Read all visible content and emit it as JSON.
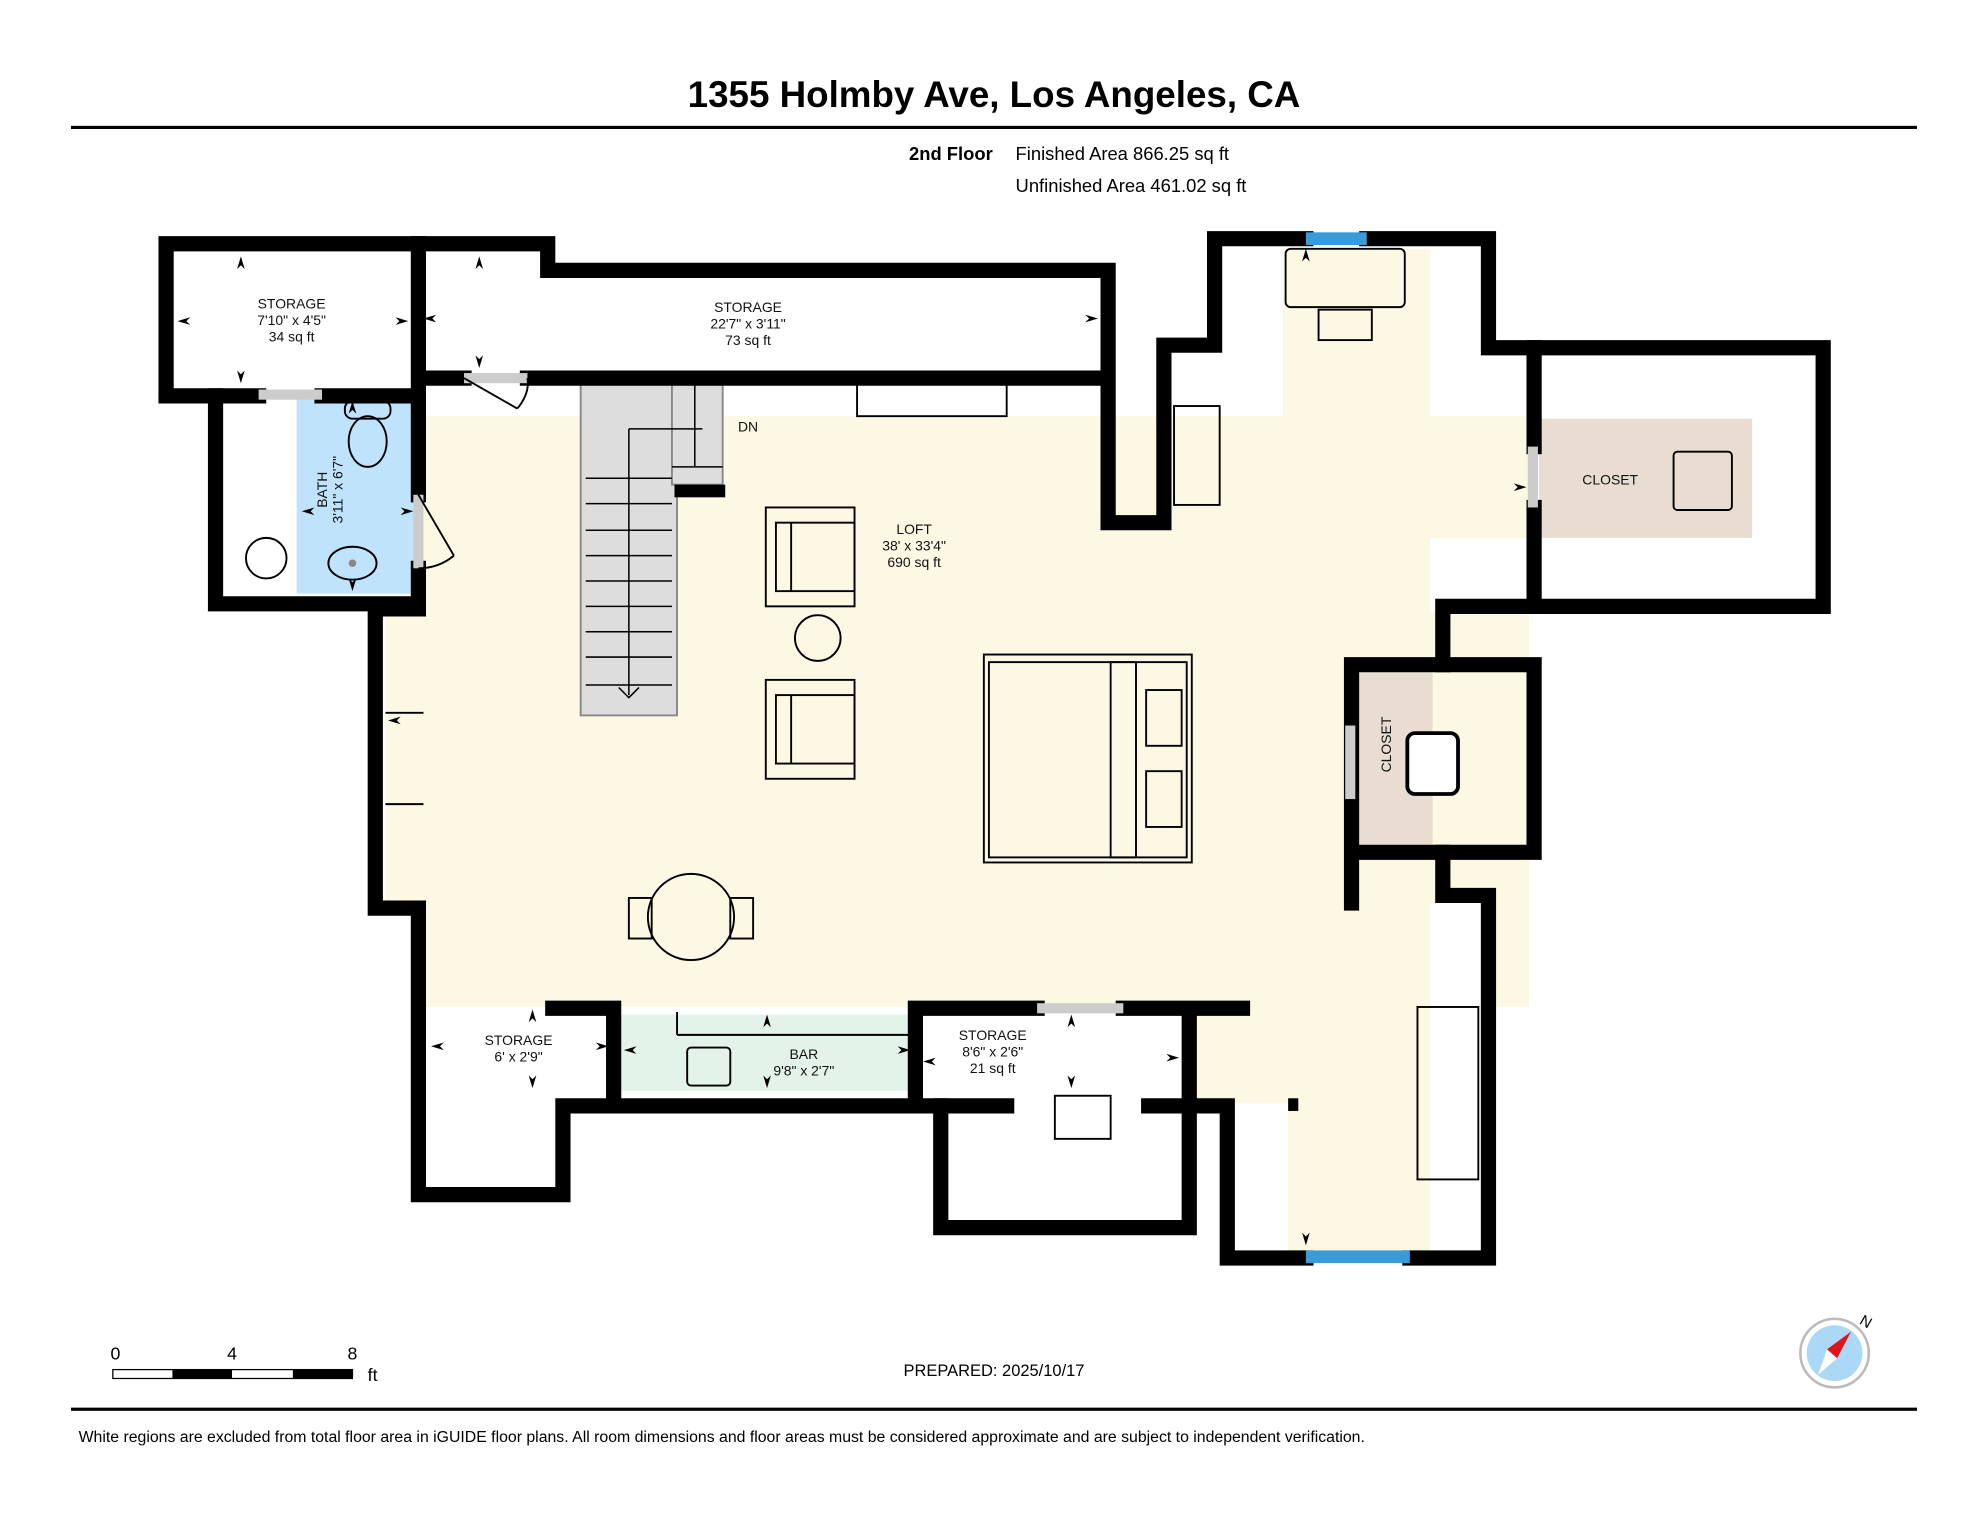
{
  "title": "1355 Holmby Ave, Los Angeles, CA",
  "floor": {
    "name": "2nd Floor",
    "finished_area": "Finished Area 866.25 sq ft",
    "unfinished_area": "Unfinished Area 461.02 sq ft"
  },
  "rooms": {
    "storage_nw": {
      "name": "STORAGE",
      "dims": "7'10\" x 4'5\"",
      "area": "34 sq ft"
    },
    "storage_n": {
      "name": "STORAGE",
      "dims": "22'7\" x 3'11\"",
      "area": "73 sq ft"
    },
    "bath": {
      "name": "BATH",
      "dims": "3'11\" x 6'7\""
    },
    "loft": {
      "name": "LOFT",
      "dims": "38' x 33'4\"",
      "area": "690 sq ft"
    },
    "stairs": {
      "label": "DN"
    },
    "closet_e": {
      "name": "CLOSET"
    },
    "closet_mid": {
      "name": "CLOSET"
    },
    "storage_sw": {
      "name": "STORAGE",
      "dims": "6' x 2'9\""
    },
    "bar": {
      "name": "BAR",
      "dims": "9'8\" x 2'7\""
    },
    "storage_s": {
      "name": "STORAGE",
      "dims": "8'6\" x 2'6\"",
      "area": "21 sq ft"
    }
  },
  "scale": {
    "ticks": [
      "0",
      "4",
      "8"
    ],
    "unit": "ft"
  },
  "prepared": "PREPARED: 2025/10/17",
  "compass": {
    "label": "N"
  },
  "disclaimer": "White regions are excluded from total floor area in iGUIDE floor plans. All room dimensions and floor areas must be considered approximate and are subject to independent verification.",
  "colors": {
    "loft": "#fdf8e3",
    "bath": "#bfe3fb",
    "bar": "#e3f3ea",
    "closet": "#e8ddd0",
    "window": "#3a9bd8"
  }
}
